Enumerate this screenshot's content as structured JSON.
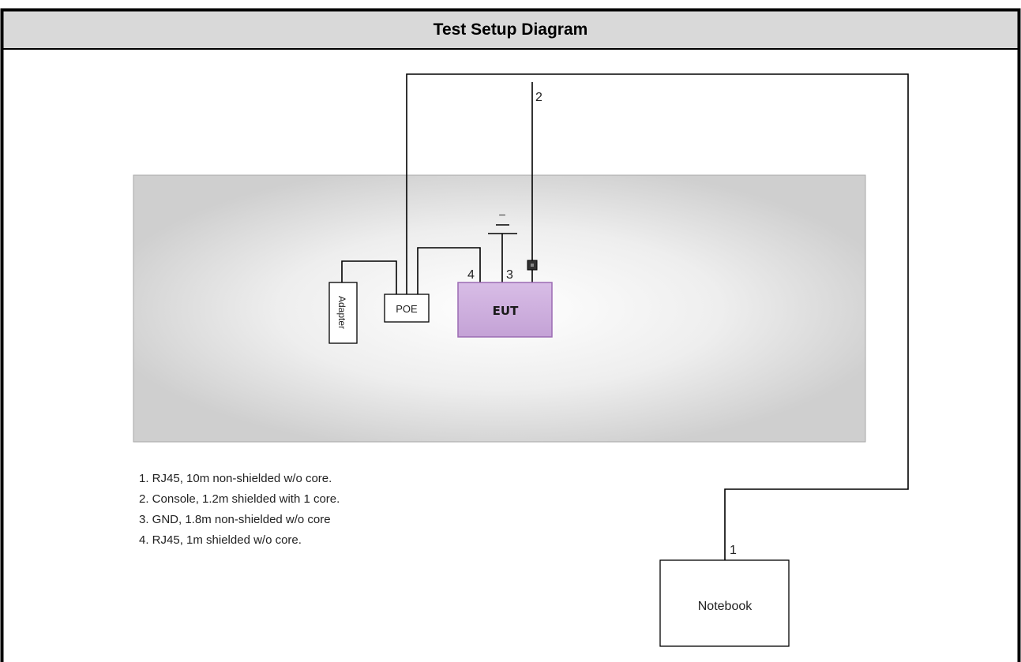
{
  "title": "Test Setup Diagram",
  "devices": {
    "eut": "EUT",
    "poe": "POE",
    "adapter": "Adapter",
    "notebook": "Notebook"
  },
  "cable_numbers": {
    "rj45_long": "1",
    "console": "2",
    "gnd": "3",
    "rj45_short": "4"
  },
  "ground_symbol": "–",
  "notes": [
    "1. RJ45, 10m non-shielded w/o core.",
    "2. Console, 1.2m shielded with 1 core.",
    "3. GND, 1.8m non-shielded w/o core",
    "4. RJ45, 1m shielded w/o core."
  ],
  "colors": {
    "header_bg": "#d9d9d9",
    "eut_fill": "#cdb0dd",
    "eut_border": "#9b6bb3",
    "table_edge": "#b0b0b0"
  }
}
